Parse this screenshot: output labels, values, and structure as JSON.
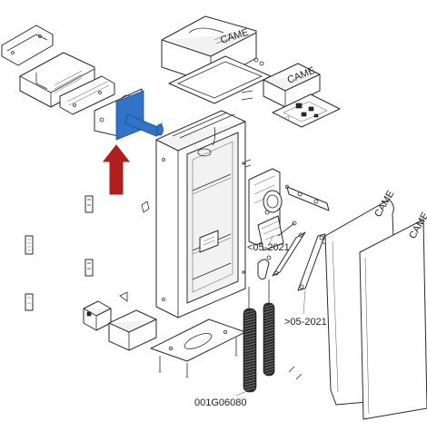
{
  "labels": {
    "lt_date": "<05-2021",
    "gt_date": ">05-2021",
    "part_code": "001G06080"
  },
  "colors": {
    "highlight_part": "#2f74c8",
    "arrow": "#b01e1e"
  },
  "icons": {
    "arrow": "arrow-up-icon"
  }
}
